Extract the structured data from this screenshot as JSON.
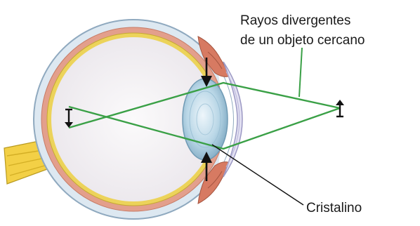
{
  "labels": {
    "rays_line1": "Rayos divergentes",
    "rays_line2": "de un objeto cercano",
    "lens": "Cristalino"
  },
  "colors": {
    "ray": "#3aa046",
    "sclera_fill": "#dde8f1",
    "sclera_stroke": "#8fa9bf",
    "choroid": "#e39f8c",
    "retina": "#ecd35a",
    "vitreous": "#f6f4f6",
    "lens_fill": "#b8d6e6",
    "cornea_fill": "#e4e2f3",
    "optic_nerve": "#f3d046",
    "iris": "#d77a62",
    "text": "#1a1a1a"
  },
  "icons": [
    "optic-nerve-icon",
    "object-arrow-icon",
    "image-arrow-icon",
    "muscle-arrow-icon"
  ]
}
